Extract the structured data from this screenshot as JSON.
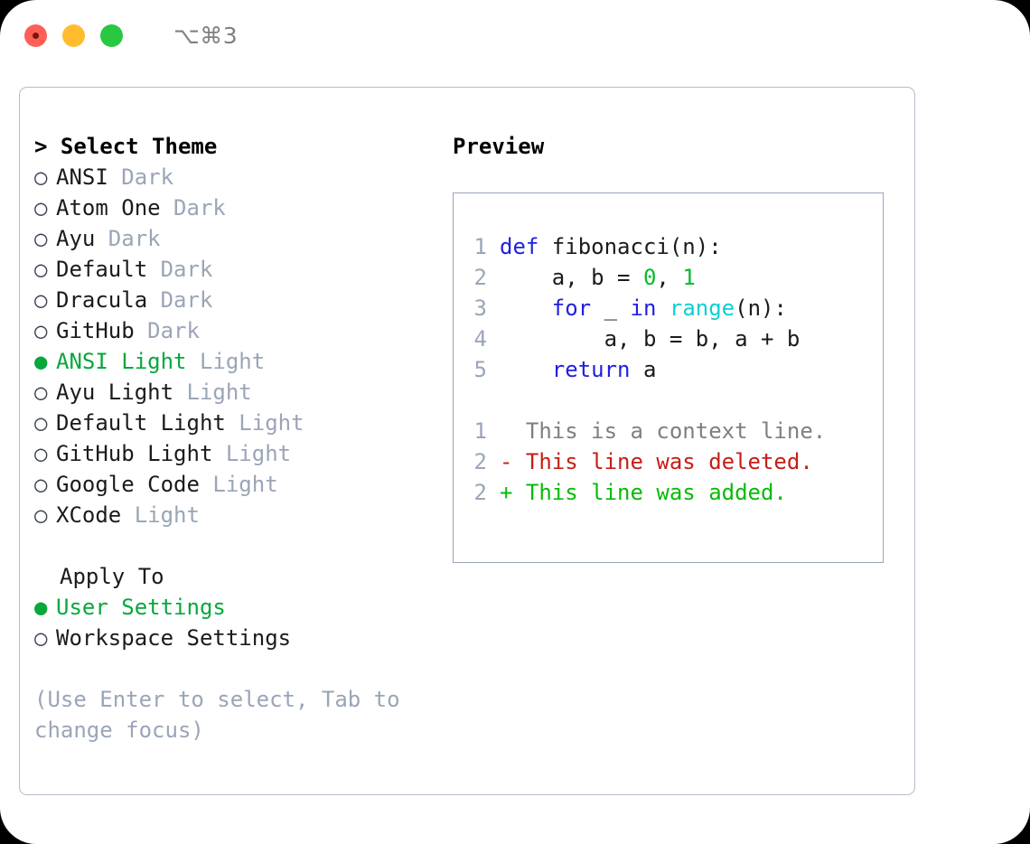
{
  "titlebar": {
    "lights": [
      "close-light",
      "minimize-light",
      "maximize-light"
    ],
    "shortcut": "⌥⌘3"
  },
  "left_panel": {
    "header": "> Select Theme",
    "themes": [
      {
        "marker": "○",
        "label": "ANSI",
        "suffix": "Dark",
        "selected": false
      },
      {
        "marker": "○",
        "label": "Atom One",
        "suffix": "Dark",
        "selected": false
      },
      {
        "marker": "○",
        "label": "Ayu",
        "suffix": "Dark",
        "selected": false
      },
      {
        "marker": "○",
        "label": "Default",
        "suffix": "Dark",
        "selected": false
      },
      {
        "marker": "○",
        "label": "Dracula",
        "suffix": "Dark",
        "selected": false
      },
      {
        "marker": "○",
        "label": "GitHub",
        "suffix": "Dark",
        "selected": false
      },
      {
        "marker": "●",
        "label": "ANSI Light",
        "suffix": "Light",
        "selected": true
      },
      {
        "marker": "○",
        "label": "Ayu Light",
        "suffix": "Light",
        "selected": false
      },
      {
        "marker": "○",
        "label": "Default Light",
        "suffix": "Light",
        "selected": false
      },
      {
        "marker": "○",
        "label": "GitHub Light",
        "suffix": "Light",
        "selected": false
      },
      {
        "marker": "○",
        "label": "Google Code",
        "suffix": "Light",
        "selected": false
      },
      {
        "marker": "○",
        "label": "XCode",
        "suffix": "Light",
        "selected": false
      }
    ],
    "apply_to": {
      "title": "Apply To",
      "options": [
        {
          "marker": "●",
          "label": "User Settings",
          "selected": true
        },
        {
          "marker": "○",
          "label": "Workspace Settings",
          "selected": false
        }
      ]
    },
    "hint": "(Use Enter to select, Tab to change focus)"
  },
  "right_panel": {
    "title": "Preview",
    "code_lines": [
      {
        "no": "1",
        "tokens": [
          {
            "t": "def",
            "c": "kw"
          },
          {
            "t": " fibonacci(n):",
            "c": "txt"
          }
        ]
      },
      {
        "no": "2",
        "tokens": [
          {
            "t": "    a, b = ",
            "c": "txt"
          },
          {
            "t": "0",
            "c": "num"
          },
          {
            "t": ", ",
            "c": "txt"
          },
          {
            "t": "1",
            "c": "num"
          }
        ]
      },
      {
        "no": "3",
        "tokens": [
          {
            "t": "    ",
            "c": "txt"
          },
          {
            "t": "for",
            "c": "kw"
          },
          {
            "t": " _ ",
            "c": "txt"
          },
          {
            "t": "in",
            "c": "kw"
          },
          {
            "t": " ",
            "c": "txt"
          },
          {
            "t": "range",
            "c": "fn"
          },
          {
            "t": "(n):",
            "c": "txt"
          }
        ]
      },
      {
        "no": "4",
        "tokens": [
          {
            "t": "        a, b = b, a + b",
            "c": "txt"
          }
        ]
      },
      {
        "no": "5",
        "tokens": [
          {
            "t": "    ",
            "c": "txt"
          },
          {
            "t": "return",
            "c": "kw"
          },
          {
            "t": " a",
            "c": "txt"
          }
        ]
      }
    ],
    "diff_lines": [
      {
        "no": "1",
        "text": "  This is a context line.",
        "kind": "ctx"
      },
      {
        "no": "2",
        "text": "- This line was deleted.",
        "kind": "del"
      },
      {
        "no": "2",
        "text": "+ This line was added.",
        "kind": "add"
      }
    ]
  },
  "colors": {
    "accent_green": "#07a83c",
    "muted": "#9aa5b8",
    "keyword_blue": "#1f1fe0",
    "number_green": "#07bb2a",
    "builtin_cyan": "#10cfcf",
    "diff_red": "#c41f16",
    "diff_green": "#07bb07",
    "border": "#b4bdcb"
  }
}
